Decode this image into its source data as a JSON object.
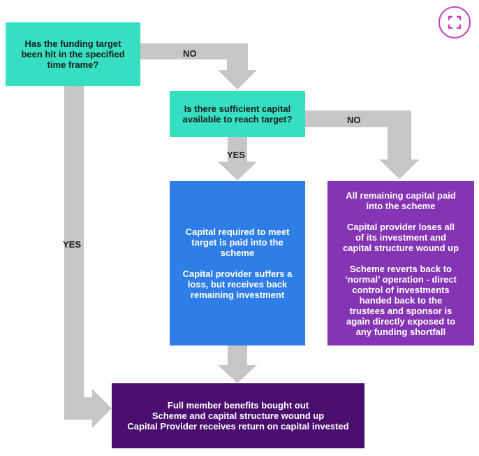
{
  "diagram": {
    "q1": [
      "Has the funding target",
      "been hit in the specified",
      "time frame?"
    ],
    "q2": [
      "Is there sufficient capital",
      "available to reach target?"
    ],
    "no1": "NO",
    "no2": "NO",
    "yes1": "YES",
    "yes2": "YES",
    "blue_box": {
      "p1": [
        "Capital required to meet",
        "target is paid into the",
        "scheme"
      ],
      "p2": [
        "Capital provider suffers a",
        "loss, but receives back",
        "remaining investment"
      ]
    },
    "purple_box": {
      "p1": [
        "All remaining capital paid",
        "into the scheme"
      ],
      "p2": [
        "Capital provider loses all",
        "of its investment and",
        "capital structure wound up"
      ],
      "p3": [
        "Scheme reverts back to",
        "‘normal’ operation - direct",
        "control of investments",
        "handed back to the",
        "trustees and sponsor is",
        "again directly exposed to",
        "any funding shortfall"
      ]
    },
    "final_box": [
      "Full member benefits bought out",
      "Scheme and capital structure wound up",
      "Capital Provider receives return on capital invested"
    ]
  },
  "colors": {
    "teal": "#36dfc1",
    "blue": "#2f7ee8",
    "purple": "#8535b4",
    "dark_purple": "#4a0e6f",
    "arrow": "#c6c6c6",
    "expand_icon": "#c63fb9"
  },
  "icons": {
    "expand": "expand-icon"
  }
}
